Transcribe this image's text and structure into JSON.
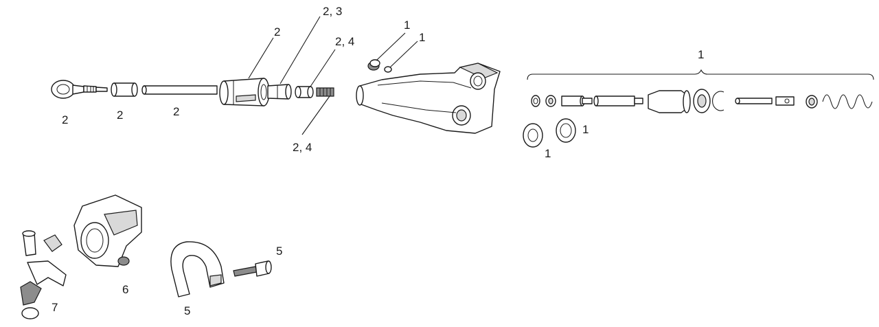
{
  "labels": {
    "hose_fitting": "2",
    "hose_barb": "2",
    "hose": "2",
    "compression_nut": "2",
    "compression_fitting": "2, 3",
    "olive": "2, 4",
    "barb_insert": "2, 4",
    "bleed_screw": "1",
    "bleed_oring": "1",
    "piston_kit": "1",
    "washer_a": "1",
    "washer_b": "1",
    "clamp_body": "6",
    "clamp_hardware": "7",
    "discrete_clamp": "5",
    "clamp_bolt": "5"
  }
}
